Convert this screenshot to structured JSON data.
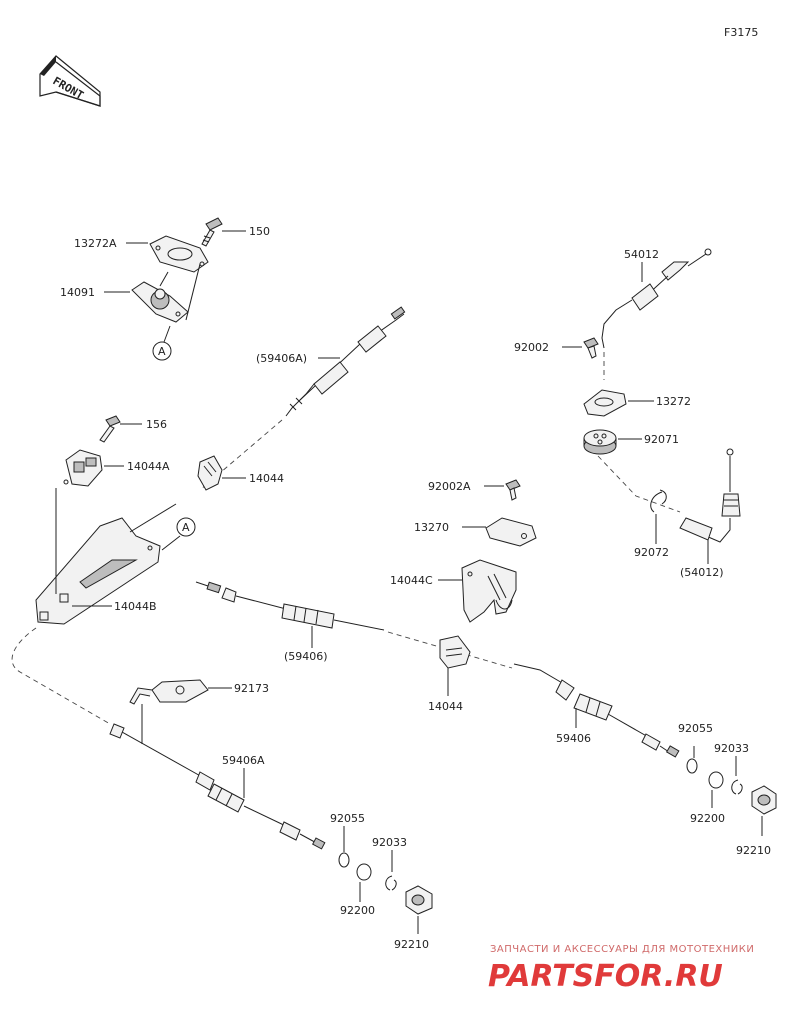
{
  "figure_id": "F3175",
  "front_badge": "FRONT",
  "callouts": {
    "c13272A": "13272A",
    "c150": "150",
    "c14091": "14091",
    "cA_top": "A",
    "c59406A_paren": "(59406A)",
    "c156": "156",
    "c14044A": "14044A",
    "c14044_top": "14044",
    "cA_mid": "A",
    "c14044B": "14044B",
    "c54012": "54012",
    "c92002": "92002",
    "c13272": "13272",
    "c92071": "92071",
    "c92072": "92072",
    "c54012_paren": "(54012)",
    "c92002A": "92002A",
    "c13270": "13270",
    "c14044C": "14044C",
    "c59406_paren": "(59406)",
    "c14044_mid": "14044",
    "c59406": "59406",
    "c92055_right": "92055",
    "c92033_right": "92033",
    "c92200_right": "92200",
    "c92210_right": "92210",
    "c92173": "92173",
    "c59406A": "59406A",
    "c92055_left": "92055",
    "c92033_left": "92033",
    "c92200_left": "92200",
    "c92210_left": "92210"
  },
  "watermark": {
    "line1": "ЗАПЧАСТИ И АКСЕССУАРЫ ДЛЯ МОТОТЕХНИКИ",
    "line2": "PARTSFOR.RU"
  }
}
